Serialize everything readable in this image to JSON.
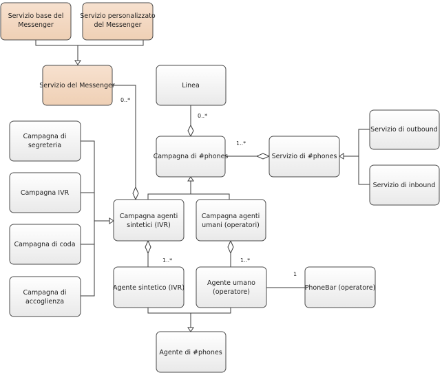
{
  "colors": {
    "messenger_fill": "#f7e1cf",
    "messenger_fill_dark": "#efd0b5",
    "box_fill": "#ffffff",
    "box_fill_bottom": "#e9e9e9",
    "stroke": "#4a4a4a"
  },
  "boxes": {
    "servizio_base": [
      "Servizio base del",
      "Messenger"
    ],
    "servizio_personalizzato": [
      "Servizio personalizzato",
      "del Messenger"
    ],
    "servizio_messenger": [
      "Servizio del Messenger"
    ],
    "linea": [
      "Linea"
    ],
    "campagna_segreteria": [
      "Campagna di",
      "segreteria"
    ],
    "campagna_ivr": [
      "Campagna IVR"
    ],
    "campagna_coda": [
      "Campagna di coda"
    ],
    "campagna_accoglienza": [
      "Campagna di",
      "accoglienza"
    ],
    "campagna_phones": [
      "Campagna di #phones"
    ],
    "servizio_phones": [
      "Servizio di #phones"
    ],
    "servizio_outbound": [
      "Servizio di outbound"
    ],
    "servizio_inbound": [
      "Servizio di inbound"
    ],
    "campagna_sintetici": [
      "Campagna agenti",
      "sintetici (IVR)"
    ],
    "campagna_umani": [
      "Campagna agenti",
      "umani (operatori)"
    ],
    "agente_sintetico": [
      "Agente sintetico (IVR)"
    ],
    "agente_umano": [
      "Agente umano",
      "(operatore)"
    ],
    "phonebar": [
      "PhoneBar (operatore)"
    ],
    "agente_phones": [
      "Agente di #phones"
    ]
  },
  "multiplicities": {
    "messenger_to_sintetici": "0..*",
    "linea_to_campagna": "0..*",
    "campagna_to_servizio": "1..*",
    "sintetici_to_agente": "1..*",
    "umani_to_agente": "1..*",
    "agente_to_phonebar": "1"
  }
}
